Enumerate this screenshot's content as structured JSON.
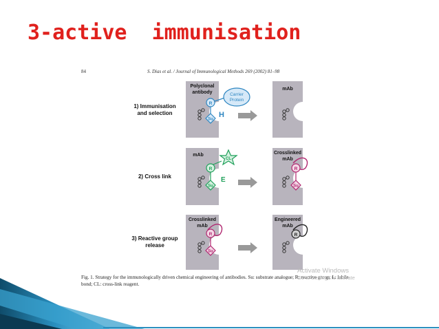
{
  "slide": {
    "title": "3-active  immunisation"
  },
  "journal_header": {
    "page_number": "84",
    "citation": "S. Dias et al. / Journal of Immunological Methods 269 (2002) 81–98"
  },
  "figure": {
    "steps": [
      {
        "label_lines": [
          "1) Immunisation",
          "and selection"
        ],
        "left_box_lines": [
          "Polyclonal",
          "antibody"
        ],
        "right_box_lines": [
          "mAb"
        ],
        "carrier_lines": [
          "Carrier",
          "Protein"
        ],
        "marker": "H"
      },
      {
        "label_lines": [
          "2) Cross link"
        ],
        "left_box_lines": [
          "mAb"
        ],
        "right_box_lines": [
          "Crosslinked",
          "mAb"
        ],
        "crosslinker": "CL",
        "marker": "E"
      },
      {
        "label_lines": [
          "3) Reactive group",
          "release"
        ],
        "left_box_lines": [
          "Crosslinked",
          "mAb"
        ],
        "right_box_lines": [
          "Engineered",
          "mAb"
        ]
      }
    ],
    "symbols": {
      "reactive": "R",
      "substrate": "Su"
    },
    "colors": {
      "blue": "#2e86c1",
      "green": "#1fa05a",
      "magenta": "#b0266f",
      "box": "#b8b4bd"
    },
    "caption": "Fig. 1. Strategy for the immunologically driven chemical engineering of antibodies. Su: substrate analogue; R: reactive group; L: labile bond; CL: cross-link reagent."
  },
  "os_overlay": {
    "line1": "Activate Windows",
    "line2": "Go to Settings to activate"
  }
}
